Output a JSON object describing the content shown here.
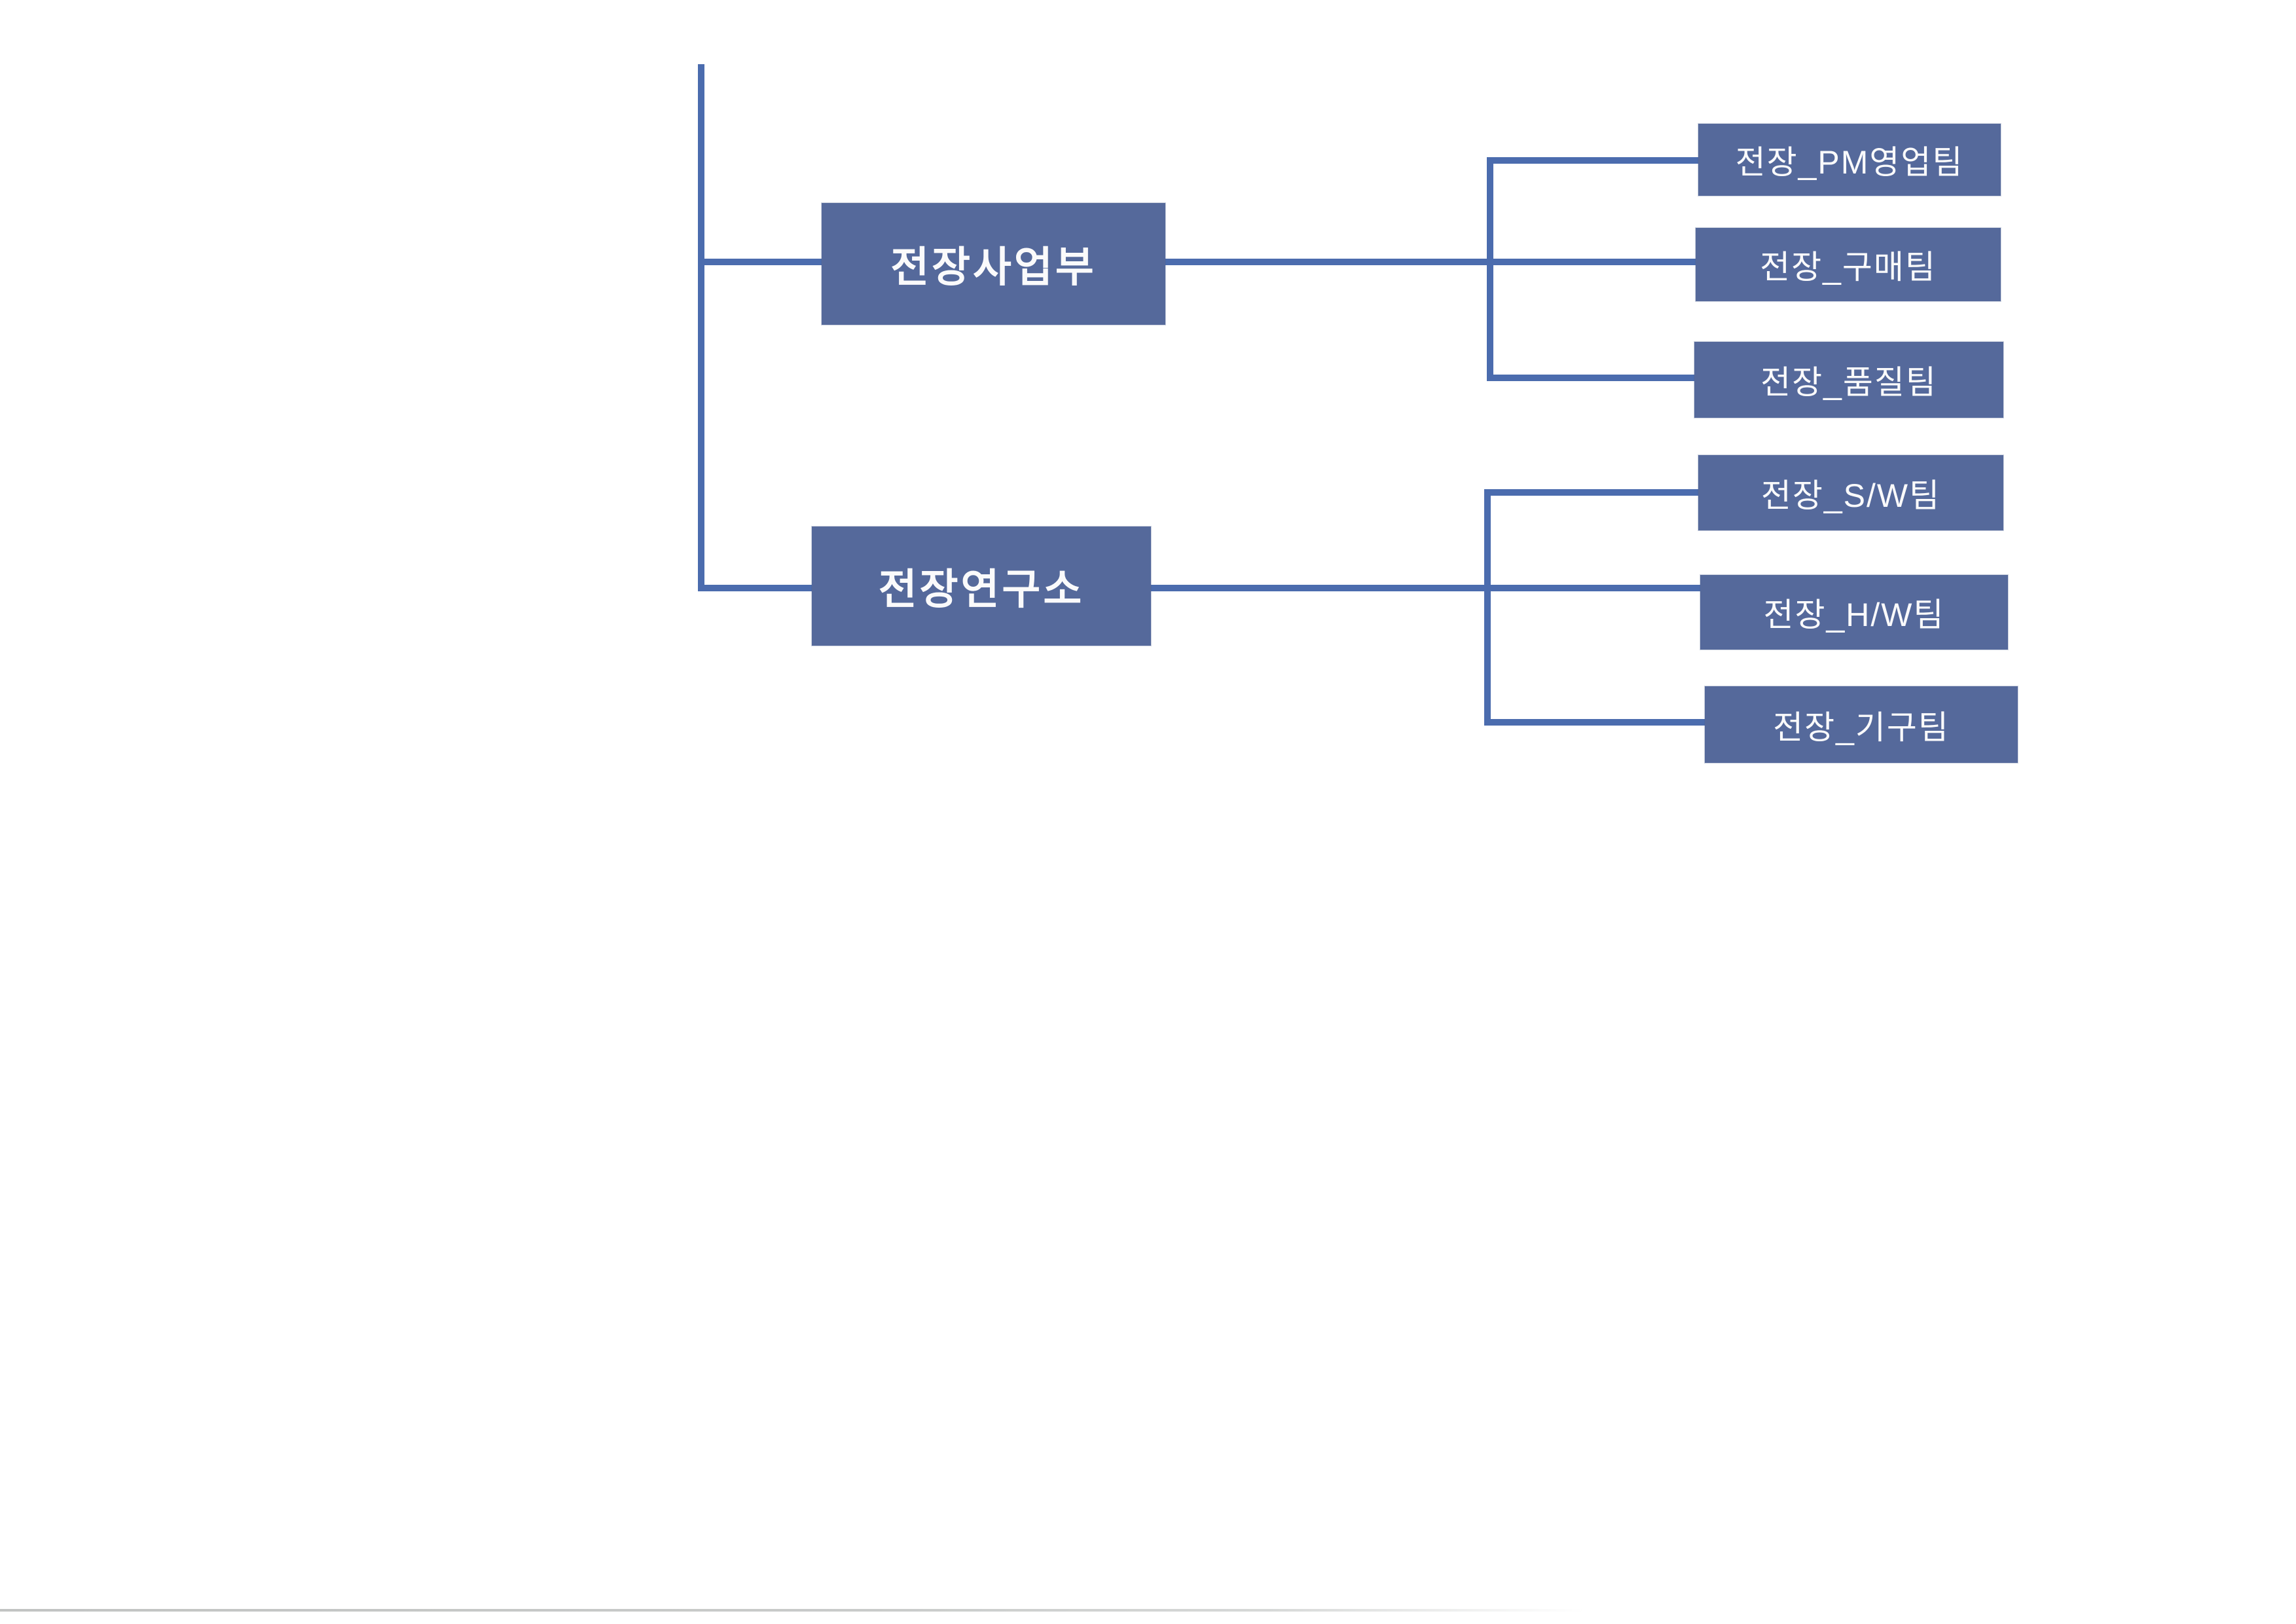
{
  "document": {
    "type": "scanned-org-chart-page",
    "background": "#ffffff",
    "scan_artifact_line_color": "#c6c8c7"
  },
  "org": {
    "box_fill": "#55699b",
    "connector_color": "#4b6cae",
    "label_color": "#fafafb",
    "groups": [
      {
        "parent": "전장사업부",
        "children": [
          "전장_PM영업팀",
          "전장_구매팀",
          "전장_품질팀"
        ]
      },
      {
        "parent": "전장연구소",
        "children": [
          "전장_S/W팀",
          "전장_H/W팀",
          "전장_기구팀"
        ]
      }
    ]
  }
}
